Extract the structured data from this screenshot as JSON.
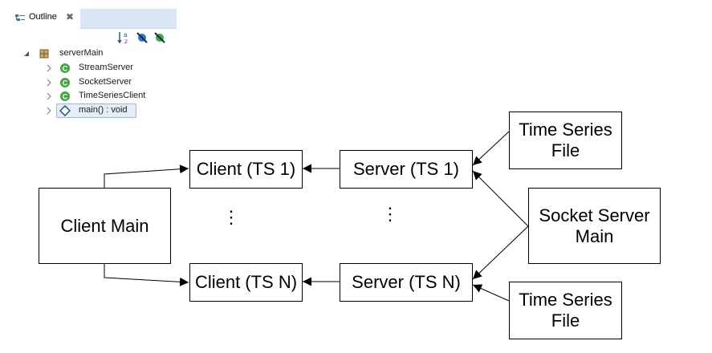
{
  "outline": {
    "tab_label": "Outline",
    "close_glyph": "✖",
    "toolbar": {
      "sort_icon": "sort-alpha-icon",
      "hide_fields_icon": "hide-fields-icon",
      "hide_nonpublic_icon": "hide-nonpublic-icon"
    },
    "tree": {
      "package": "serverMain",
      "classes": [
        "StreamServer",
        "SocketServer",
        "TimeSeriesClient"
      ],
      "method": "main() : void"
    }
  },
  "diagram": {
    "client_main": "Client Main",
    "client_ts1": "Client (TS 1)",
    "client_tsn": "Client (TS N)",
    "server_ts1": "Server (TS 1)",
    "server_tsn": "Server (TS N)",
    "ts_file_top": "Time Series File",
    "socket_server_main": "Socket Server Main",
    "ts_file_bottom": "Time Series File",
    "ellipsis_glyph": "⋮"
  }
}
